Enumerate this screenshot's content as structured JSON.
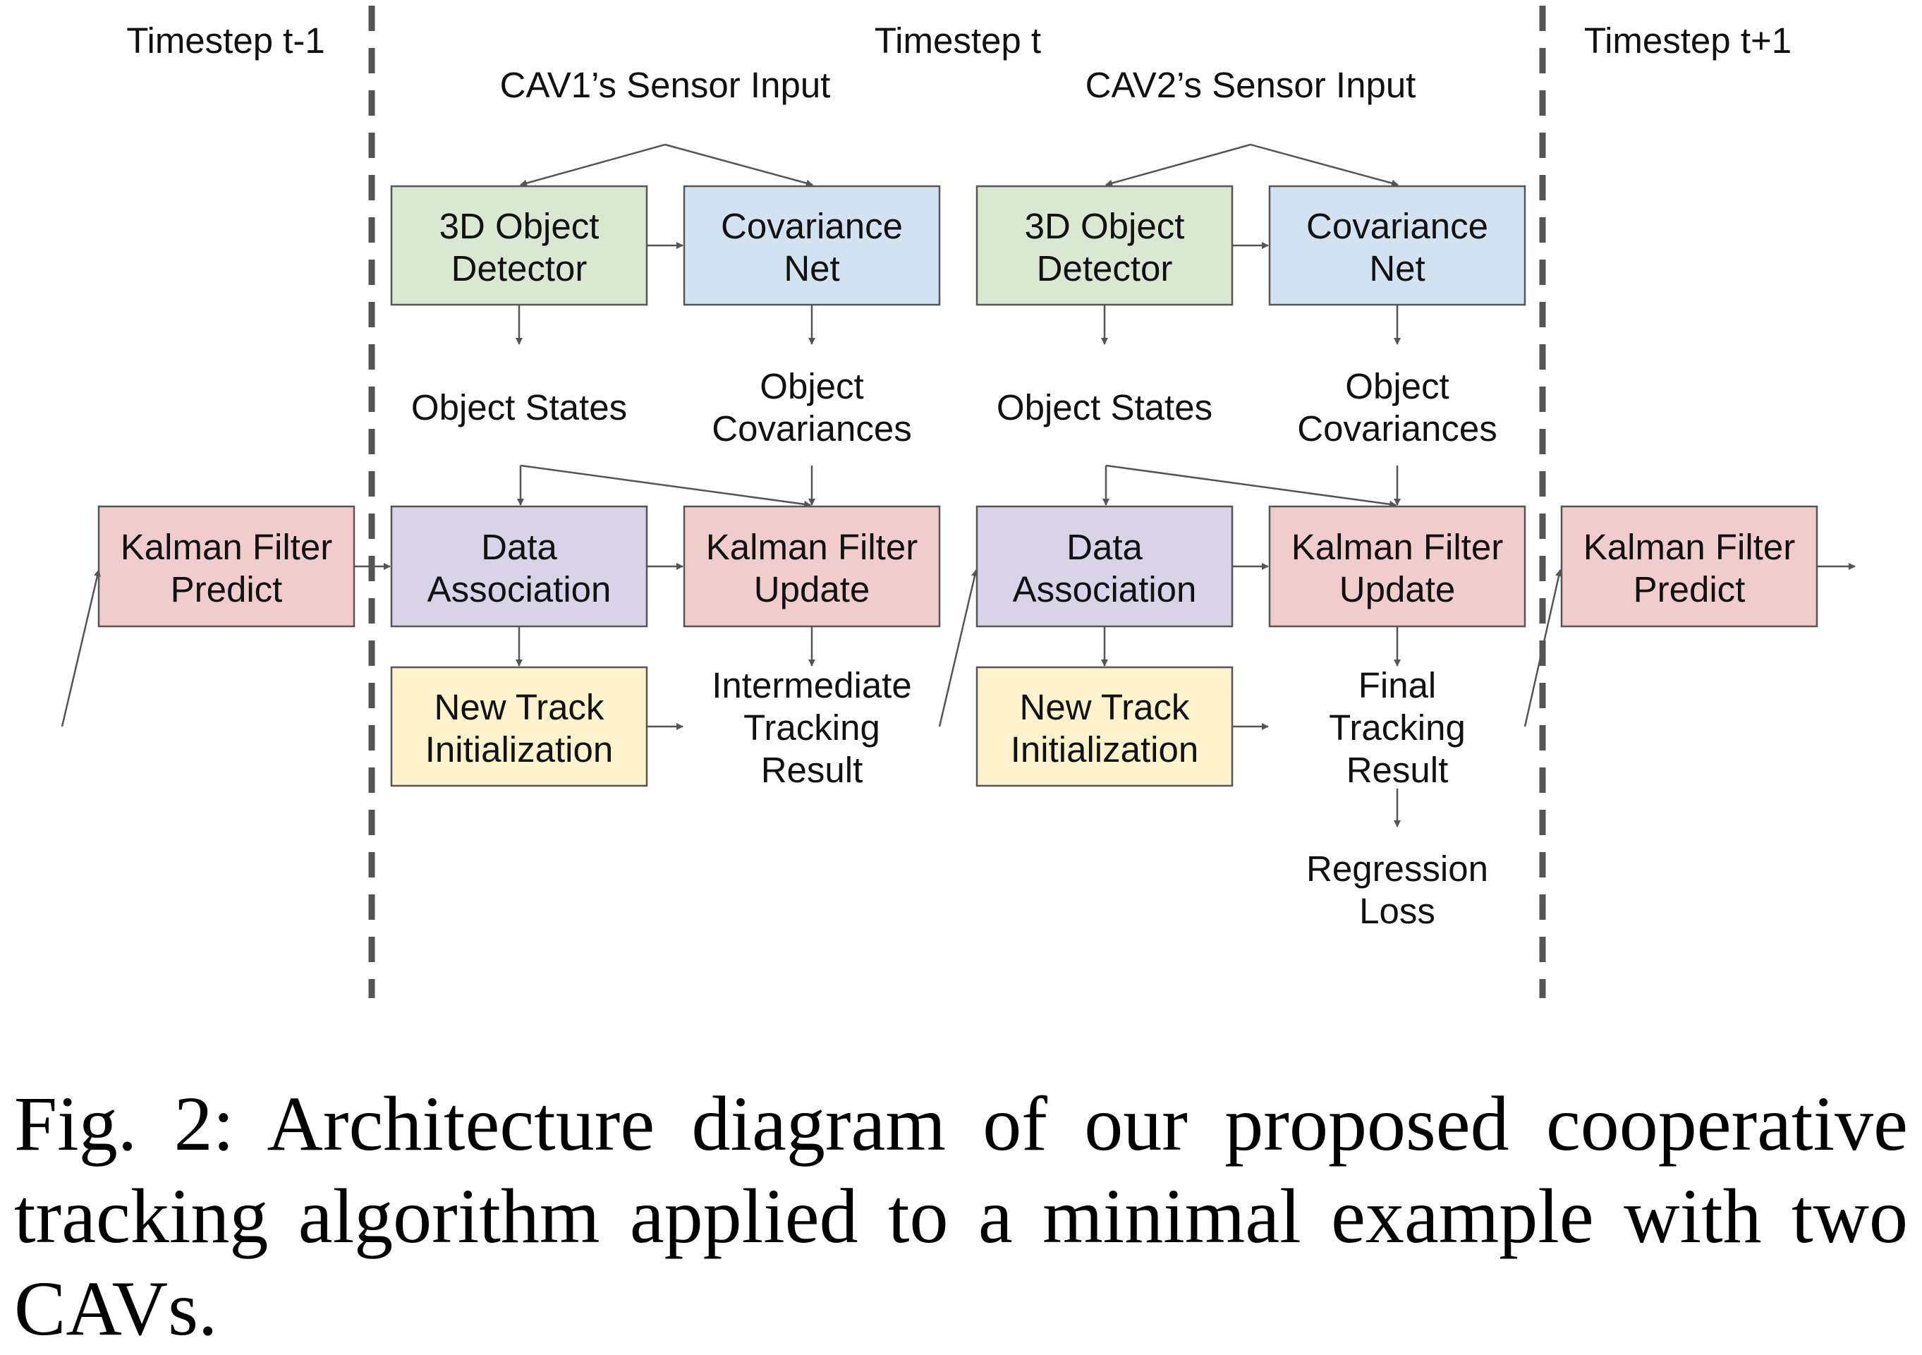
{
  "headers": {
    "prev": "Timestep t-1",
    "curr": "Timestep t",
    "next": "Timestep t+1",
    "cav1_input": "CAV1’s Sensor Input",
    "cav2_input": "CAV2’s Sensor Input"
  },
  "nodes": {
    "kf_predict_prev": [
      "Kalman Filter",
      "Predict"
    ],
    "det1": [
      "3D Object",
      "Detector"
    ],
    "cov1": [
      "Covariance",
      "Net"
    ],
    "states1": [
      "Object States"
    ],
    "covs1": [
      "Object",
      "Covariances"
    ],
    "assoc1": [
      "Data",
      "Association"
    ],
    "kf_update1": [
      "Kalman Filter",
      "Update"
    ],
    "newtrack1": [
      "New Track",
      "Initialization"
    ],
    "result1": [
      "Intermediate",
      "Tracking",
      "Result"
    ],
    "det2": [
      "3D Object",
      "Detector"
    ],
    "cov2": [
      "Covariance",
      "Net"
    ],
    "states2": [
      "Object States"
    ],
    "covs2": [
      "Object",
      "Covariances"
    ],
    "assoc2": [
      "Data",
      "Association"
    ],
    "kf_update2": [
      "Kalman Filter",
      "Update"
    ],
    "newtrack2": [
      "New Track",
      "Initialization"
    ],
    "result2": [
      "Final",
      "Tracking",
      "Result"
    ],
    "loss": [
      "Regression",
      "Loss"
    ],
    "kf_predict_next": [
      "Kalman Filter",
      "Predict"
    ]
  },
  "colors": {
    "detector": "#dae8d3",
    "covnet": "#d3e2f1",
    "association": "#d9d3e8",
    "kalman": "#f1cccc",
    "newtrack": "#fcf2cc",
    "stroke": "#555555"
  },
  "caption": "Fig. 2: Architecture diagram of our proposed cooperative tracking algorithm applied to a minimal example with two CAVs."
}
